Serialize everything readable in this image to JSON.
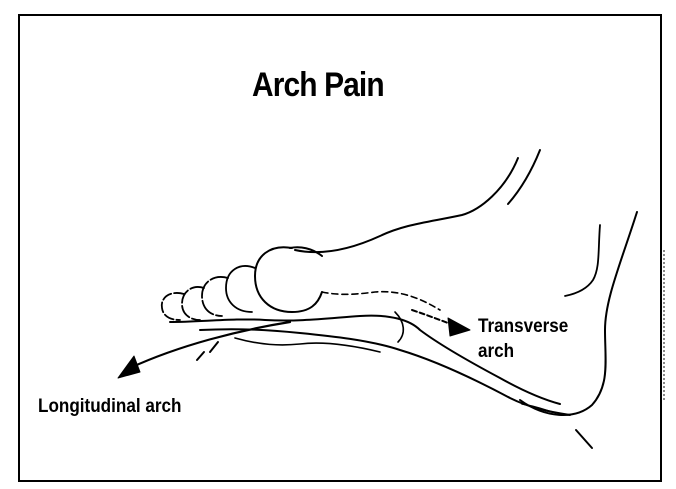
{
  "diagram": {
    "title": "Arch Pain",
    "labels": {
      "transverse_line1": "Transverse",
      "transverse_line2": "arch",
      "longitudinal": "Longitudinal arch"
    }
  }
}
